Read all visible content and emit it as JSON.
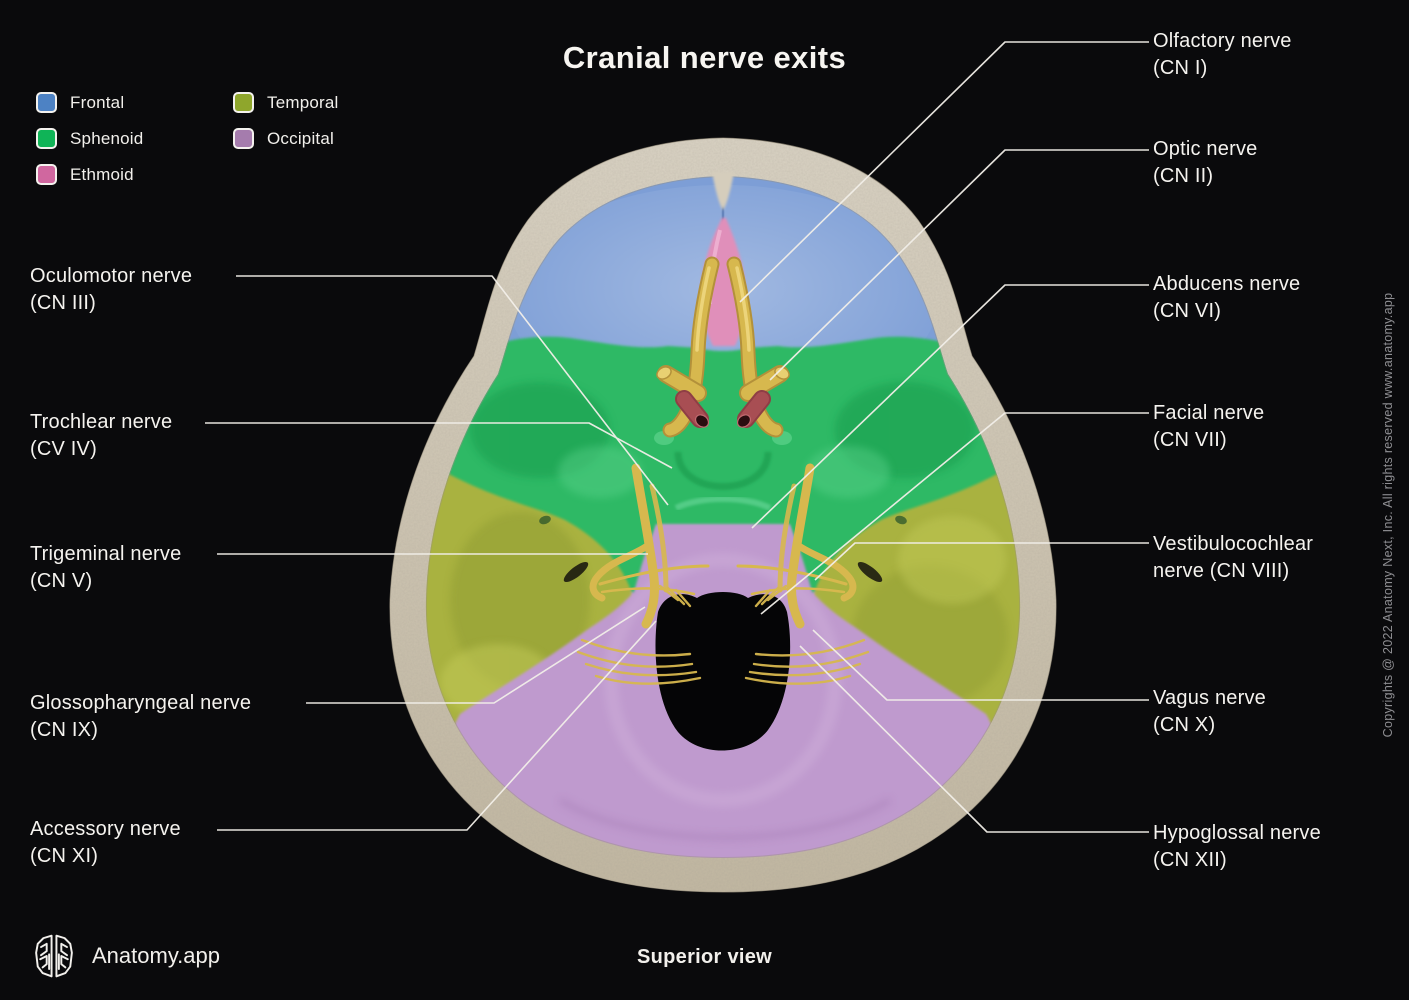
{
  "title": "Cranial nerve exits",
  "view_caption": "Superior view",
  "brand": {
    "name": "Anatomy.app"
  },
  "copyright": "Copyrights @ 2022 Anatomy Next, Inc. All rights reserved www.anatomy.app",
  "legend": {
    "items": [
      {
        "label": "Frontal",
        "color": "#4d82c4"
      },
      {
        "label": "Sphenoid",
        "color": "#10b457"
      },
      {
        "label": "Ethmoid",
        "color": "#d0679f"
      },
      {
        "label": "Temporal",
        "color": "#8fa62c"
      },
      {
        "label": "Occipital",
        "color": "#a57cad"
      }
    ]
  },
  "nerve_labels": {
    "left": [
      {
        "line1": "Oculomotor nerve",
        "line2": "(CN III)"
      },
      {
        "line1": "Trochlear nerve",
        "line2": "(CV IV)"
      },
      {
        "line1": "Trigeminal nerve",
        "line2": "(CN V)"
      },
      {
        "line1": "Glossopharyngeal nerve",
        "line2": "(CN IX)"
      },
      {
        "line1": "Accessory nerve",
        "line2": "(CN XI)"
      }
    ],
    "right": [
      {
        "line1": "Olfactory nerve",
        "line2": "(CN I)"
      },
      {
        "line1": "Optic nerve",
        "line2": "(CN II)"
      },
      {
        "line1": "Abducens nerve",
        "line2": "(CN VI)"
      },
      {
        "line1": "Facial nerve",
        "line2": "(CN VII)"
      },
      {
        "line1": "Vestibulocochlear",
        "line2": "nerve (CN VIII)"
      },
      {
        "line1": "Vagus nerve",
        "line2": "(CN X)"
      },
      {
        "line1": "Hypoglossal nerve",
        "line2": "(CN XII)"
      }
    ]
  },
  "colors": {
    "background": "#0a0a0c",
    "bone_rim": "#cfc6b4",
    "frontal": "#7d9ed6",
    "sphenoid": "#2fb965",
    "ethmoid": "#e08fba",
    "temporal": "#a9b23f",
    "occipital": "#bf9ace",
    "nerve_yellow": "#d7b84e",
    "artery_red": "#a84e53",
    "leader_line": "#f2efe9"
  }
}
